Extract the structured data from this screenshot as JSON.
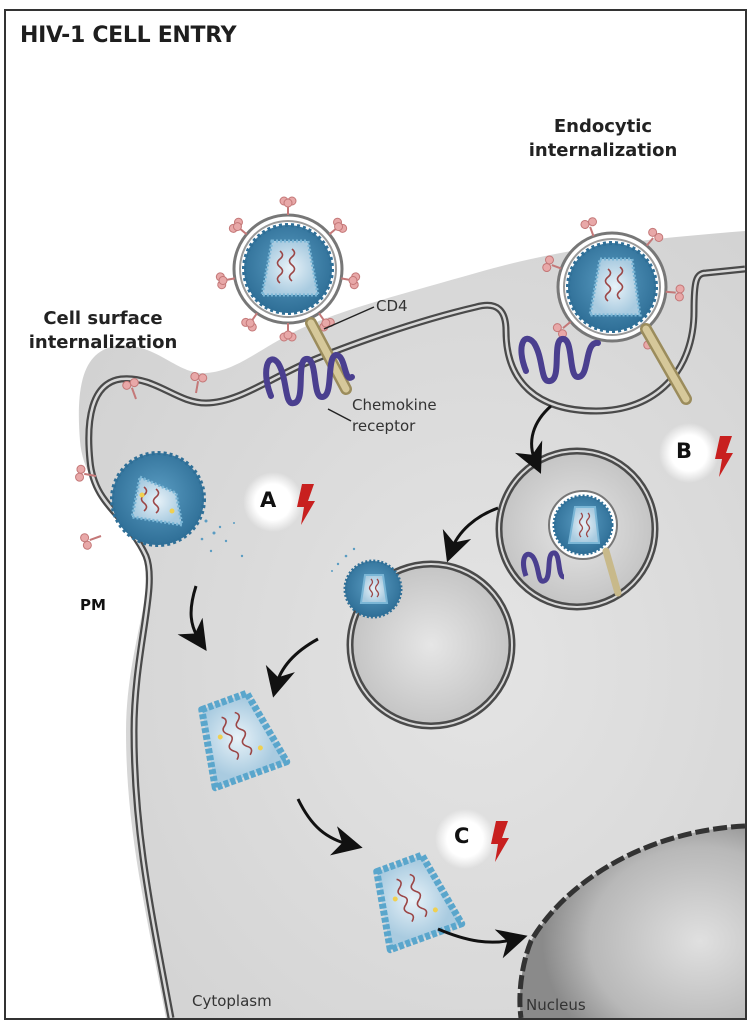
{
  "title": "HIV-1 CELL ENTRY",
  "pathways": {
    "cell_surface": {
      "line1": "Cell surface",
      "line2": "internalization"
    },
    "endocytic": {
      "line1": "Endocytic",
      "line2": "internalization"
    }
  },
  "labels": {
    "cd4": "CD4",
    "chemokine_line1": "Chemokine",
    "chemokine_line2": "receptor",
    "pm": "PM",
    "cytoplasm": "Cytoplasm",
    "nucleus": "Nucleus"
  },
  "steps": [
    {
      "id": "A",
      "label": "A"
    },
    {
      "id": "B",
      "label": "B"
    },
    {
      "id": "C",
      "label": "C"
    }
  ],
  "colors": {
    "virus_core": "#3f86ae",
    "capsid": "#5aa6cc",
    "envelope_spike": "#e8a8a8",
    "chemokine_receptor": "#4a3f8f",
    "cd4": "#c8b98a",
    "block_bolt": "#c8201f",
    "cytoplasm": "#dcdcdc",
    "membrane": "#555555"
  }
}
